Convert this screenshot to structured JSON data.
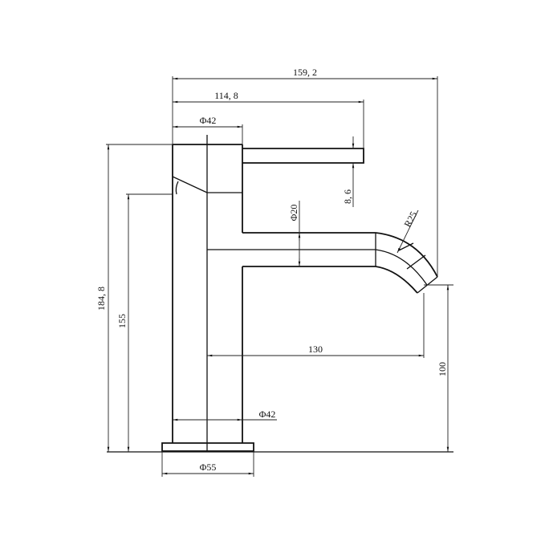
{
  "drawing": {
    "title": "Basin mixer tap dimension drawing",
    "line_color": "#111111",
    "dimensions": {
      "overall_length": "159, 2",
      "lever_length": "114, 8",
      "body_diameter_top": "Φ42",
      "lever_thickness": "8, 6",
      "spout_diameter": "Φ20",
      "bend_radius": "R25",
      "spout_reach": "130",
      "overall_height": "184, 8",
      "body_height": "155",
      "spout_height": "100",
      "body_diameter_bottom": "Φ42",
      "base_diameter": "Φ55"
    }
  }
}
